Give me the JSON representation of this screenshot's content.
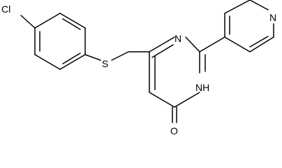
{
  "diagram": {
    "type": "chemical-structure",
    "atoms": {
      "cl": "Cl",
      "s": "S",
      "n_ring1": "N",
      "nh": "NH",
      "o": "O",
      "n_pyridine": "N"
    },
    "colors": {
      "bond": "#000000",
      "label": "#000000",
      "background": "#ffffff"
    }
  }
}
